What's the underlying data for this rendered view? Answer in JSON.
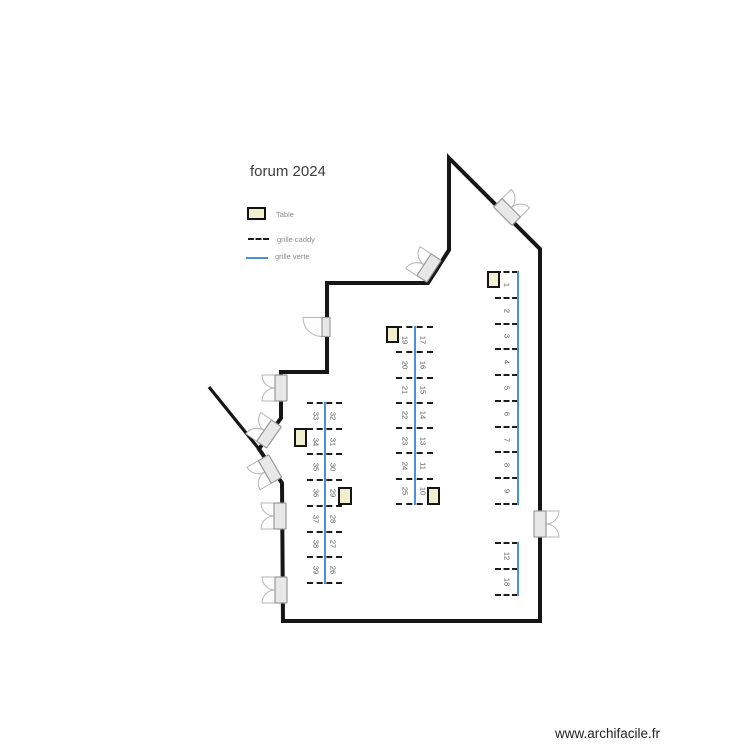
{
  "title": "forum 2024",
  "legend": {
    "table_label": "Table",
    "grille_caddy_label": "grille caddy",
    "grille_verte_label": "grille verte"
  },
  "watermark": "www.archifacile.fr",
  "colors": {
    "grille_verte": "#4a90d8",
    "grille_caddy": "#1c1c1c",
    "wall": "#161616",
    "table_fill": "#f2efce"
  },
  "booths": {
    "right_wall": [
      [
        "1"
      ],
      [
        "2"
      ],
      [
        "3"
      ],
      [
        "4"
      ],
      [
        "5"
      ],
      [
        "6"
      ],
      [
        "7"
      ],
      [
        "8"
      ],
      [
        "9"
      ]
    ],
    "center_rows": [
      [
        "19",
        "17"
      ],
      [
        "20",
        "16"
      ],
      [
        "21",
        "15"
      ],
      [
        "22",
        "14"
      ],
      [
        "23",
        "13"
      ],
      [
        "24",
        "11"
      ],
      [
        "25",
        "10"
      ]
    ],
    "left_rows": [
      [
        "33",
        "32"
      ],
      [
        "34",
        "31"
      ],
      [
        "35",
        "30"
      ],
      [
        "36",
        "29"
      ],
      [
        "37",
        "28"
      ],
      [
        "38",
        "27"
      ],
      [
        "39",
        "26"
      ]
    ],
    "bottom_right": [
      [
        "12"
      ],
      [
        "18"
      ]
    ]
  }
}
